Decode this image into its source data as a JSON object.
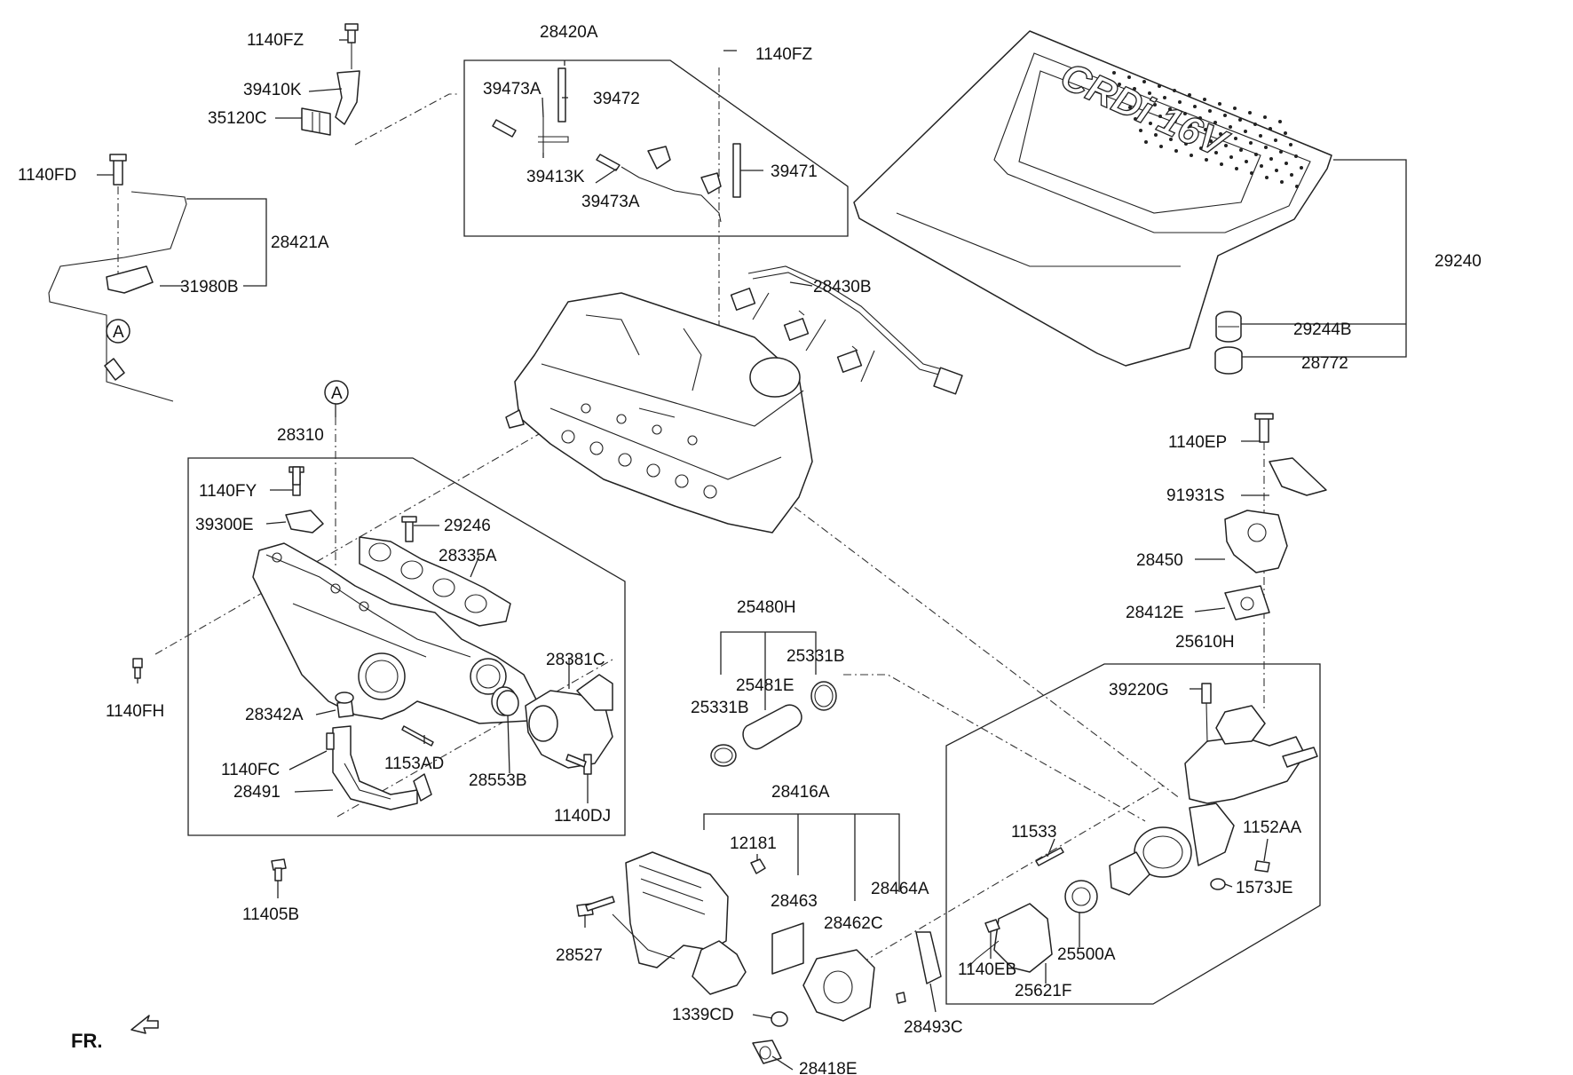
{
  "labels": {
    "l1140FZ_a": "1140FZ",
    "l39410K": "39410K",
    "l35120C": "35120C",
    "l1140FD": "1140FD",
    "l28421A": "28421A",
    "l31980B": "31980B",
    "lA_1": "A",
    "l28420A": "28420A",
    "l39473A_a": "39473A",
    "l39472": "39472",
    "l39413K": "39413K",
    "l39473A_b": "39473A",
    "l39471": "39471",
    "l1140FZ_b": "1140FZ",
    "l28430B": "28430B",
    "l29240": "29240",
    "l29244B": "29244B",
    "l28772": "28772",
    "lA_2": "A",
    "l28310": "28310",
    "l1140FY": "1140FY",
    "l39300E": "39300E",
    "l29246": "29246",
    "l28335A": "28335A",
    "l1140FH": "1140FH",
    "l28381C": "28381C",
    "l28342A": "28342A",
    "l1153AD": "1153AD",
    "l1140FC": "1140FC",
    "l28553B": "28553B",
    "l28491": "28491",
    "l1140DJ": "1140DJ",
    "l11405B": "11405B",
    "l25480H": "25480H",
    "l25331B_a": "25331B",
    "l25481E": "25481E",
    "l25331B_b": "25331B",
    "l1140EP": "1140EP",
    "l91931S": "91931S",
    "l28450": "28450",
    "l28412E": "28412E",
    "l25610H": "25610H",
    "l39220G": "39220G",
    "l28416A": "28416A",
    "l12181": "12181",
    "l28463": "28463",
    "l28464A": "28464A",
    "l28462C": "28462C",
    "l28527": "28527",
    "l1339CD": "1339CD",
    "l28418E": "28418E",
    "l28493C": "28493C",
    "l11533": "11533",
    "l1152AA": "1152AA",
    "l1573JE": "1573JE",
    "l1140EB": "1140EB",
    "l25500A": "25500A",
    "l25621F": "25621F",
    "lFR": "FR."
  },
  "cover_text": "CRDi 16V"
}
